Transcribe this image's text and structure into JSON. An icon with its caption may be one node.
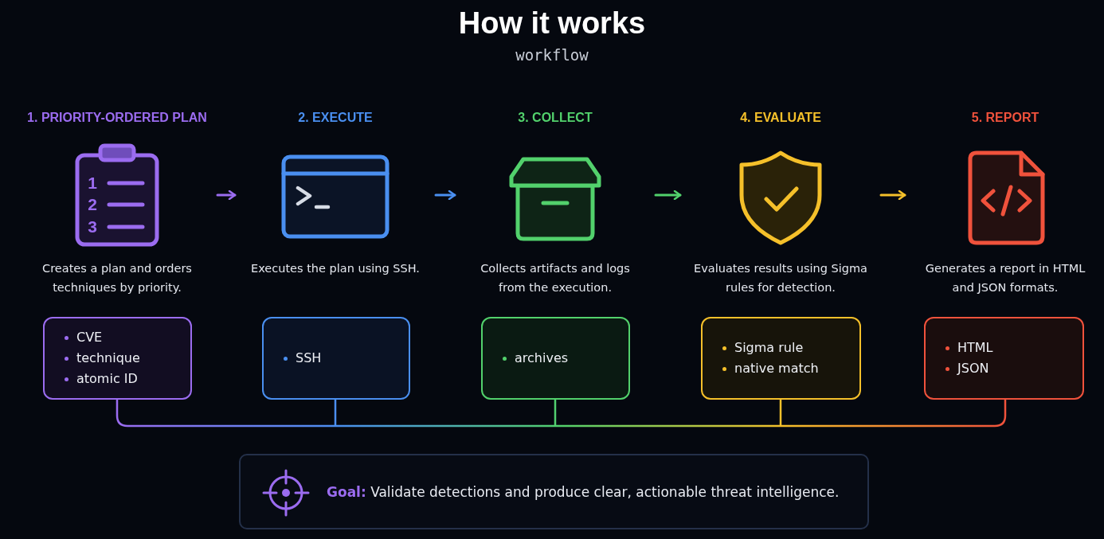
{
  "diagram": {
    "title": "How it works",
    "nodes": [
      {
        "text": [
          "1. PRIORITY-ORDERED PLAN",
          "Creates a plan and orders techniques by priority."
        ]
      },
      {
        "text": [
          "CVE",
          "technique",
          "atomic ID"
        ]
      },
      {
        "text": [
          "2. EXECUTE",
          "Executes the plan using SSH."
        ]
      },
      {
        "text": [
          "SSH"
        ]
      },
      {
        "text": [
          "3. COLLECT",
          "Collects artifacts and logs from the execution."
        ]
      },
      {
        "text": [
          "archives"
        ]
      },
      {
        "text": [
          "4. EVALUATE",
          "Evaluates results using Sigma rules for detection."
        ]
      },
      {
        "text": [
          "Sigma rule",
          "native match"
        ]
      },
      {
        "text": [
          "5. REPORT",
          "Generates a report in HTML and JSON formats."
        ]
      },
      {
        "text": [
          "HTML",
          "JSON"
        ]
      },
      {
        "text": [
          "**Goal:** Validate detections and produce clear, actionable threat intelligence."
        ]
      }
    ],
    "edges": [
      {
        "from": 0,
        "to": 2,
        "arrow": "to",
        "color": "#9b6cf0"
      },
      {
        "from": 2,
        "to": 4,
        "arrow": "to",
        "color": "#4a8ff0"
      },
      {
        "from": 4,
        "to": 6,
        "arrow": "to",
        "color": "#52d16c"
      },
      {
        "from": 6,
        "to": 8,
        "arrow": "to",
        "color": "#f5c02a"
      }
    ],
    "labels": [
      "workflow",
      "1",
      "2",
      "3"
    ]
  }
}
